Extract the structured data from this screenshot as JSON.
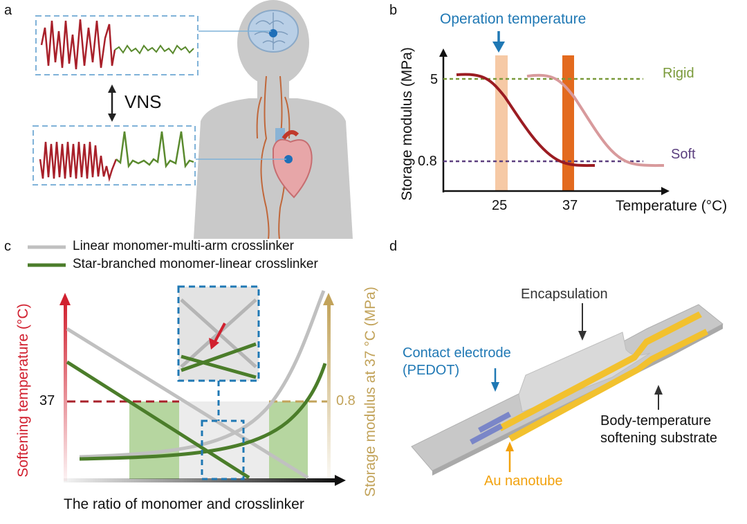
{
  "panels": {
    "a": {
      "label": "a",
      "vns_label": "VNS"
    },
    "b": {
      "label": "b",
      "operation_label": "Operation temperature",
      "ylabel": "Storage modulus (MPa)",
      "xlabel": "Temperature (°C)",
      "rigid_label": "Rigid",
      "soft_label": "Soft",
      "y_ticks": [
        "5",
        "0.8"
      ],
      "x_ticks": [
        "25",
        "37"
      ]
    },
    "c": {
      "label": "c",
      "legend": [
        "Linear monomer-multi-arm crosslinker",
        "Star-branched monomer-linear crosslinker"
      ],
      "left_axis_label": "Softening temperature (°C)",
      "right_axis_label": "Storage modulus at 37 °C (MPa)",
      "xlabel": "The ratio of monomer and crosslinker",
      "left_tick": "37",
      "right_tick": "0.8"
    },
    "d": {
      "label": "d",
      "encapsulation": "Encapsulation",
      "contact_electrode_1": "Contact electrode",
      "contact_electrode_2": "(PEDOT)",
      "body_temp_1": "Body-temperature",
      "body_temp_2": "softening substrate",
      "au_nanotube": "Au nanotube"
    }
  },
  "colors": {
    "red_signal": "#a8202a",
    "green_signal": "#5a8a2e",
    "dashed_blue": "#7fb2d8",
    "dark_red": "#9b1c22",
    "pink": "#d89a9c",
    "rigid_green": "#7a9a3a",
    "soft_purple": "#5b3f7f",
    "peach": "#f6c9a5",
    "orange": "#e36a1e",
    "op_blue": "#1f78b4",
    "axis_red": "#d1202f",
    "axis_gold": "#c2a35a",
    "grey_line": "#c0c0c0",
    "green_line": "#4b7d2a",
    "green_fill": "#b6d6a0",
    "gold": "#f2c12e",
    "body_grey": "#c8c8c8"
  }
}
